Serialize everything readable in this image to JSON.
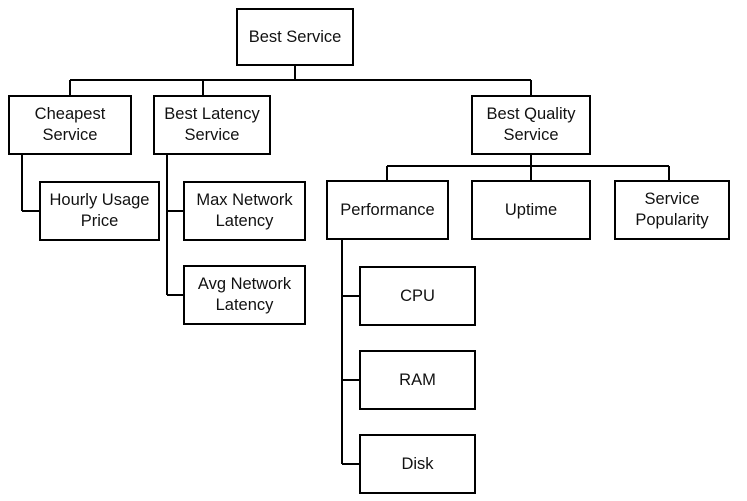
{
  "diagram": {
    "nodes": {
      "root": "Best Service",
      "cheapest": "Cheapest\nService",
      "latency": "Best Latency\nService",
      "quality": "Best Quality\nService",
      "hourly": "Hourly Usage\nPrice",
      "max_latency": "Max Network\nLatency",
      "avg_latency": "Avg Network\nLatency",
      "performance": "Performance",
      "uptime": "Uptime",
      "popularity": "Service\nPopularity",
      "cpu": "CPU",
      "ram": "RAM",
      "disk": "Disk"
    }
  }
}
